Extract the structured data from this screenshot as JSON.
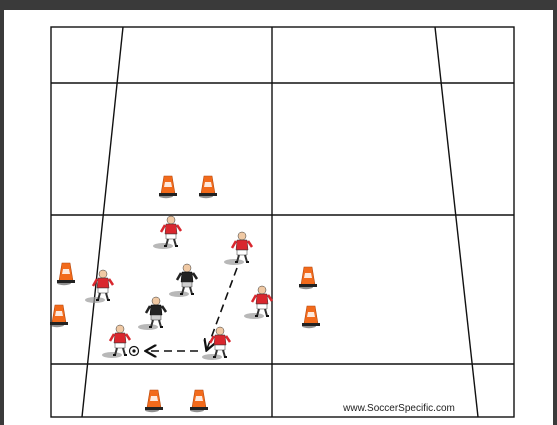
{
  "diagram": {
    "credit_text": "www.SoccerSpecific.com"
  },
  "colors": {
    "frame": "#3a3a3a",
    "lines": "#111111",
    "cone_orange": "#f26a1b",
    "cone_shadow": "#444444",
    "red_team": "#d9272e",
    "black_team": "#222222",
    "shorts_white": "#ffffff",
    "shadow": "#9a9a9a"
  },
  "items": {
    "cones": 8,
    "red_players": 6,
    "black_players": 2,
    "balls": 1
  }
}
